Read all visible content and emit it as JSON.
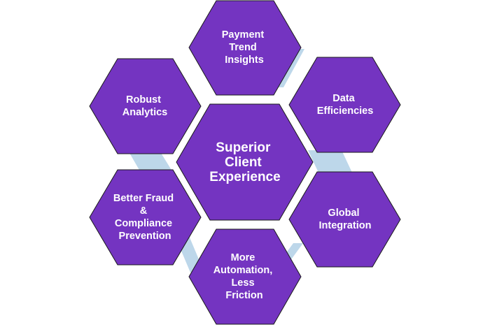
{
  "colors": {
    "hex_fill": "#7434c1",
    "connector": "#bdd7ea",
    "outline": "#1a1a1a",
    "text": "#ffffff"
  },
  "center": {
    "lines": [
      "Superior",
      "Client",
      "Experience"
    ]
  },
  "nodes": [
    {
      "id": "payment-trend-insights",
      "lines": [
        "Payment",
        "Trend",
        "Insights"
      ]
    },
    {
      "id": "data-efficiencies",
      "lines": [
        "Data",
        "Efficiencies"
      ]
    },
    {
      "id": "global-integration",
      "lines": [
        "Global",
        "Integration"
      ]
    },
    {
      "id": "more-automation-less-friction",
      "lines": [
        "More",
        "Automation,",
        "Less",
        "Friction"
      ]
    },
    {
      "id": "better-fraud-compliance-prevention",
      "lines": [
        "Better Fraud",
        "&",
        "Compliance",
        "Prevention"
      ]
    },
    {
      "id": "robust-analytics",
      "lines": [
        "Robust",
        "Analytics"
      ]
    }
  ]
}
